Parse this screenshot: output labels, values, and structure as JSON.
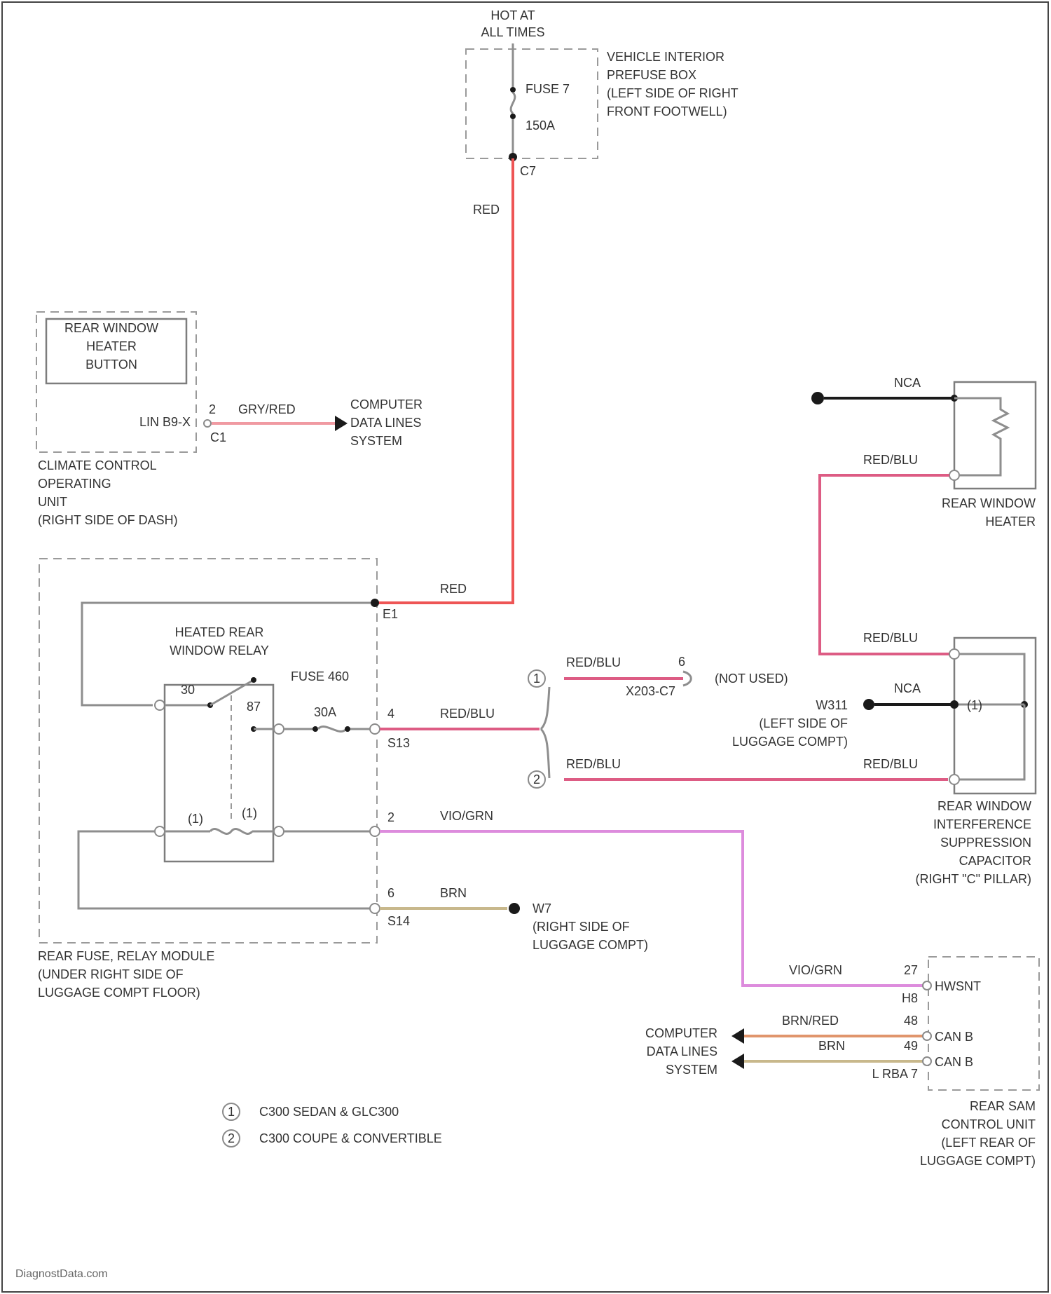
{
  "colors": {
    "red": "#ee5555",
    "red_blu": "#dd5c84",
    "gry_red": "#f09aa2",
    "vio_grn": "#dd8cdd",
    "brn": "#c8b88c",
    "brn_red": "#e0956c",
    "wire_gray": "#8e8e8e",
    "black": "#1a1a1a"
  },
  "power": {
    "hot_line1": "HOT AT",
    "hot_line2": "ALL TIMES",
    "fuse_name": "FUSE 7",
    "fuse_amp": "150A",
    "terminal": "C7",
    "box_line1": "VEHICLE INTERIOR",
    "box_line2": "PREFUSE BOX",
    "box_line3": "(LEFT SIDE OF RIGHT",
    "box_line4": "FRONT FOOTWELL)"
  },
  "wires": {
    "red_upper": "RED",
    "red_lower": "RED",
    "gry_red": "GRY/RED",
    "red_blu_main": "RED/BLU",
    "red_blu_unused": "RED/BLU",
    "red_blu_lower": "RED/BLU",
    "red_blu_cap_top": "RED/BLU",
    "red_blu_cap_bottom": "RED/BLU",
    "red_blu_heater": "RED/BLU",
    "nca_heater": "NCA",
    "nca_ground": "NCA",
    "vio_grn_left": "VIO/GRN",
    "vio_grn_right": "VIO/GRN",
    "brn_ground": "BRN",
    "brn_red": "BRN/RED",
    "brn": "BRN"
  },
  "climate": {
    "button_line1": "REAR WINDOW",
    "button_line2": "HEATER",
    "button_line3": "BUTTON",
    "lin": "LIN B9-X",
    "pin": "2",
    "connector": "C1",
    "label_line1": "CLIMATE CONTROL",
    "label_line2": "OPERATING",
    "label_line3": "UNIT",
    "label_line4": "(RIGHT SIDE OF DASH)"
  },
  "computer_top": {
    "line1": "COMPUTER",
    "line2": "DATA LINES",
    "line3": "SYSTEM"
  },
  "computer_bottom": {
    "line1": "COMPUTER",
    "line2": "DATA LINES",
    "line3": "SYSTEM"
  },
  "relay_module": {
    "relay_line1": "HEATED REAR",
    "relay_line2": "WINDOW RELAY",
    "fuse_name": "FUSE 460",
    "fuse_amp": "30A",
    "pin_30": "30",
    "pin_87": "87",
    "coil_left": "(1)",
    "coil_right": "(1)",
    "conn_e1": "E1",
    "pin_4": "4",
    "conn_s13": "S13",
    "pin_2": "2",
    "pin_6": "6",
    "conn_s14": "S14",
    "label_line1": "REAR FUSE, RELAY MODULE",
    "label_line2": "(UNDER RIGHT SIDE OF",
    "label_line3": "LUGGAGE COMPT FLOOR)"
  },
  "not_used": {
    "pin": "6",
    "connector": "X203-C7",
    "label": "(NOT USED)"
  },
  "ground_w311": {
    "name": "W311",
    "line1": "(LEFT SIDE OF",
    "line2": "LUGGAGE COMPT)"
  },
  "ground_w7": {
    "name": "W7",
    "line1": "(RIGHT SIDE OF",
    "line2": "LUGGAGE COMPT)"
  },
  "heater": {
    "line1": "REAR WINDOW",
    "line2": "HEATER"
  },
  "capacitor": {
    "symbol": "(1)",
    "line1": "REAR WINDOW",
    "line2": "INTERFERENCE",
    "line3": "SUPPRESSION",
    "line4": "CAPACITOR",
    "line5": "(RIGHT \"C\" PILLAR)"
  },
  "sam": {
    "pin_27": "27",
    "conn_h8": "H8",
    "signal_1": "HWSNT",
    "pin_48": "48",
    "signal_2": "CAN B",
    "pin_49": "49",
    "signal_3": "CAN B",
    "conn_l": "L RBA 7",
    "line1": "REAR SAM",
    "line2": "CONTROL UNIT",
    "line3": "(LEFT REAR OF",
    "line4": "LUGGAGE COMPT)"
  },
  "legend": {
    "mark_1": "1",
    "mark_2": "2",
    "note_1": "C300 SEDAN & GLC300",
    "note_2": "C300 COUPE & CONVERTIBLE"
  },
  "watermark": "DiagnostData.com"
}
